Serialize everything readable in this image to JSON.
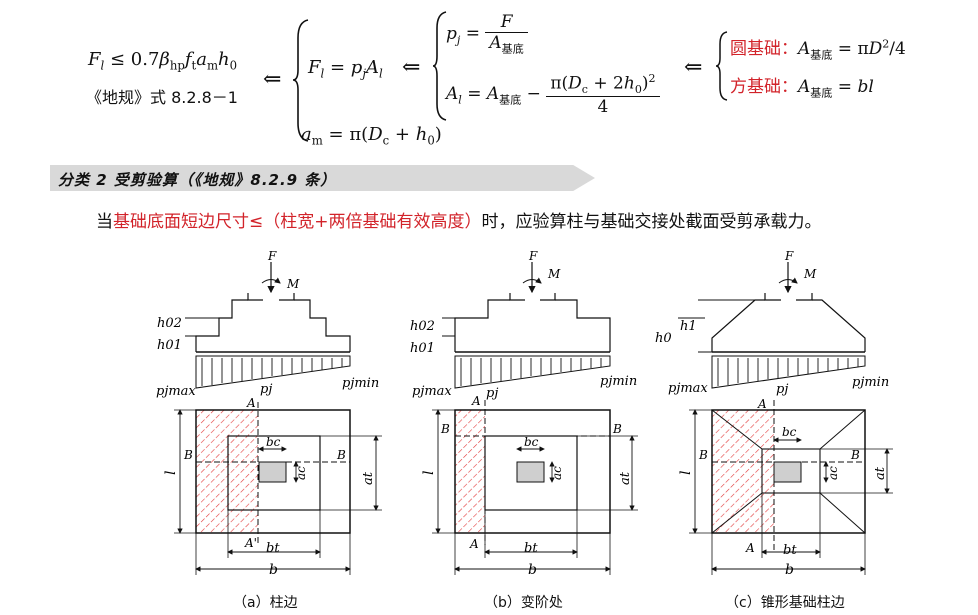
{
  "formulas": {
    "main": "F_l ≤ 0.7β_hp f_t a_m h_0",
    "ref": "《地规》式 8.2.8－1",
    "arrow": "⇐",
    "brace1_line1": "F_l = p_j A_l",
    "brace1_line2": "a_m = π(D_c + h_0)",
    "pj_lhs": "p_j =",
    "pj_num": "F",
    "pj_den": "A_基底",
    "al_lhs": "A_l = A_基底 −",
    "al_num": "π(D_c + 2h_0)²",
    "al_den": "4",
    "circle_label": "圆基础：",
    "circle_expr": "A_基底 = πD²/4",
    "square_label": "方基础：",
    "square_expr": "A_基底 = bl"
  },
  "section": {
    "heading": "分类 2  受剪验算（《地规》8.2.9 条）",
    "body_prefix": "当",
    "body_red": "基础底面短边尺寸≤（柱宽+两倍基础有效高度）",
    "body_suffix": "时，应验算柱与基础交接处截面受剪承载力。"
  },
  "figures": {
    "labels": {
      "F": "F",
      "M": "M",
      "h02": "h02",
      "h01": "h01",
      "h0": "h0",
      "h1": "h1",
      "pjmax": "pjmax",
      "pj": "pj",
      "pjmin": "pjmin",
      "A": "A",
      "Aprime": "A'",
      "B": "B",
      "bc": "bc",
      "ac": "ac",
      "at": "at",
      "bt": "bt",
      "l": "l",
      "b": "b"
    },
    "captions": [
      "（a）柱边",
      "（b）变阶处",
      "（c）锥形基础柱边"
    ]
  },
  "colors": {
    "red": "#d2232a",
    "hatch": "#e23b3b",
    "band": "#d9d9d9"
  }
}
